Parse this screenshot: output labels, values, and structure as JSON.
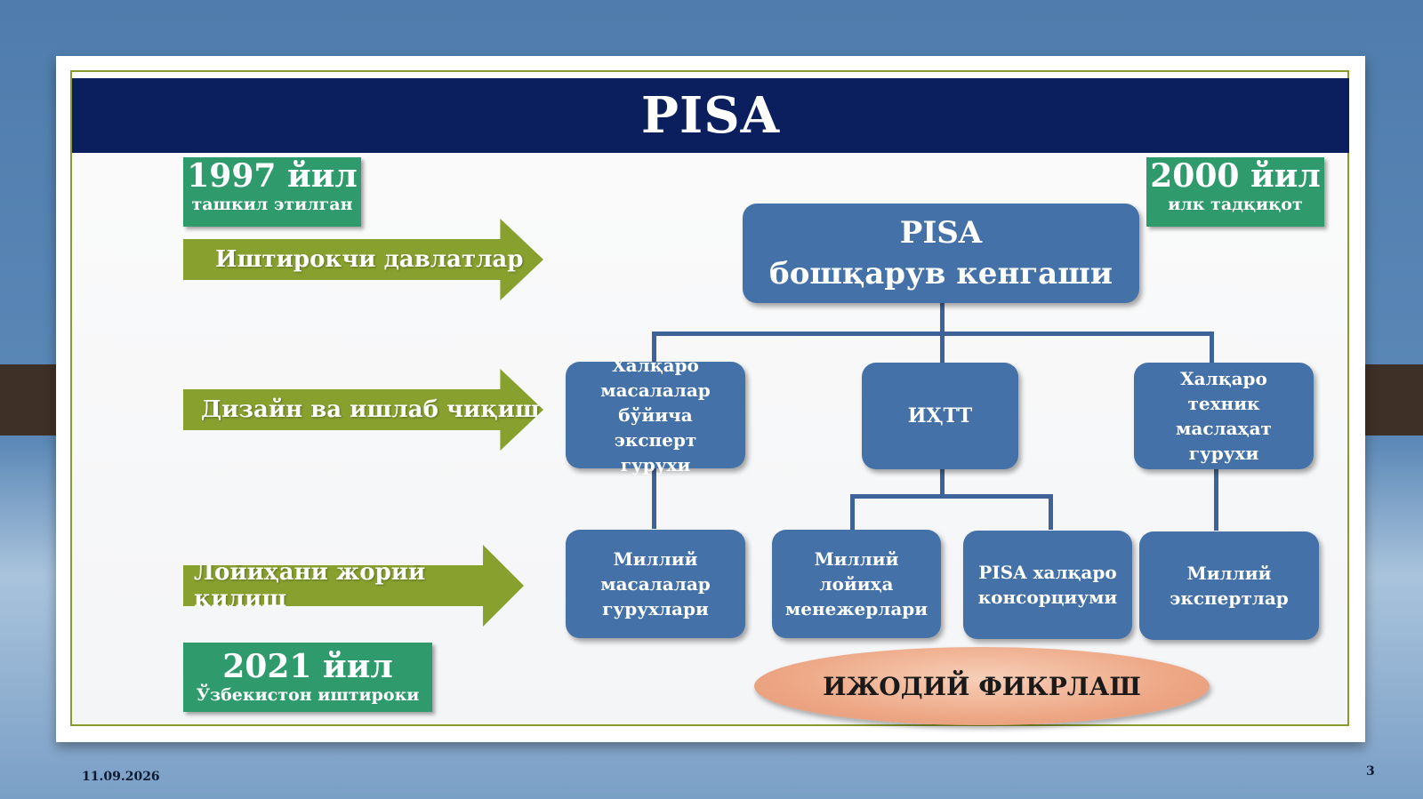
{
  "title": "PISA",
  "footer": {
    "date": "11.09.2026",
    "page": "3"
  },
  "milestones": {
    "founded": {
      "year": "1997 йил",
      "caption": "ташкил этилган"
    },
    "first_study": {
      "year": "2000 йил",
      "caption": "илк тадқиқот"
    },
    "uzbekistan": {
      "year": "2021 йил",
      "caption": "Ўзбекистон иштироки"
    }
  },
  "arrows": {
    "participants": "Иштирокчи давлатлар",
    "design": "Дизайн ва ишлаб чиқиш",
    "implementation": "Лойиҳани жорий қилиш"
  },
  "org": {
    "root": "PISA\nбошқарув кенгаши",
    "level1": {
      "expert_group": "Халқаро\nмасалалар\nбўйича эксперт\nгурухи",
      "ihtt": "ИҲТТ",
      "tech_group": "Халқаро\nтехник\nмаслаҳат\nгурухи"
    },
    "level2": {
      "national_groups": "Миллий\nмасалалар\nгурухлари",
      "project_managers": "Миллий\nлойиҳа\nменежерлари",
      "consortium": "PISA халқаро\nконсорциуми",
      "experts": "Миллий\nэкспертлар"
    }
  },
  "ellipse_label": "ИЖОДИЙ ФИКРЛАШ",
  "colors": {
    "title_bar": "#0b1f5e",
    "green_box": "#2f9b6d",
    "arrow": "#87a02e",
    "blue_box": "#4471a8",
    "ellipse": "#eda785"
  }
}
